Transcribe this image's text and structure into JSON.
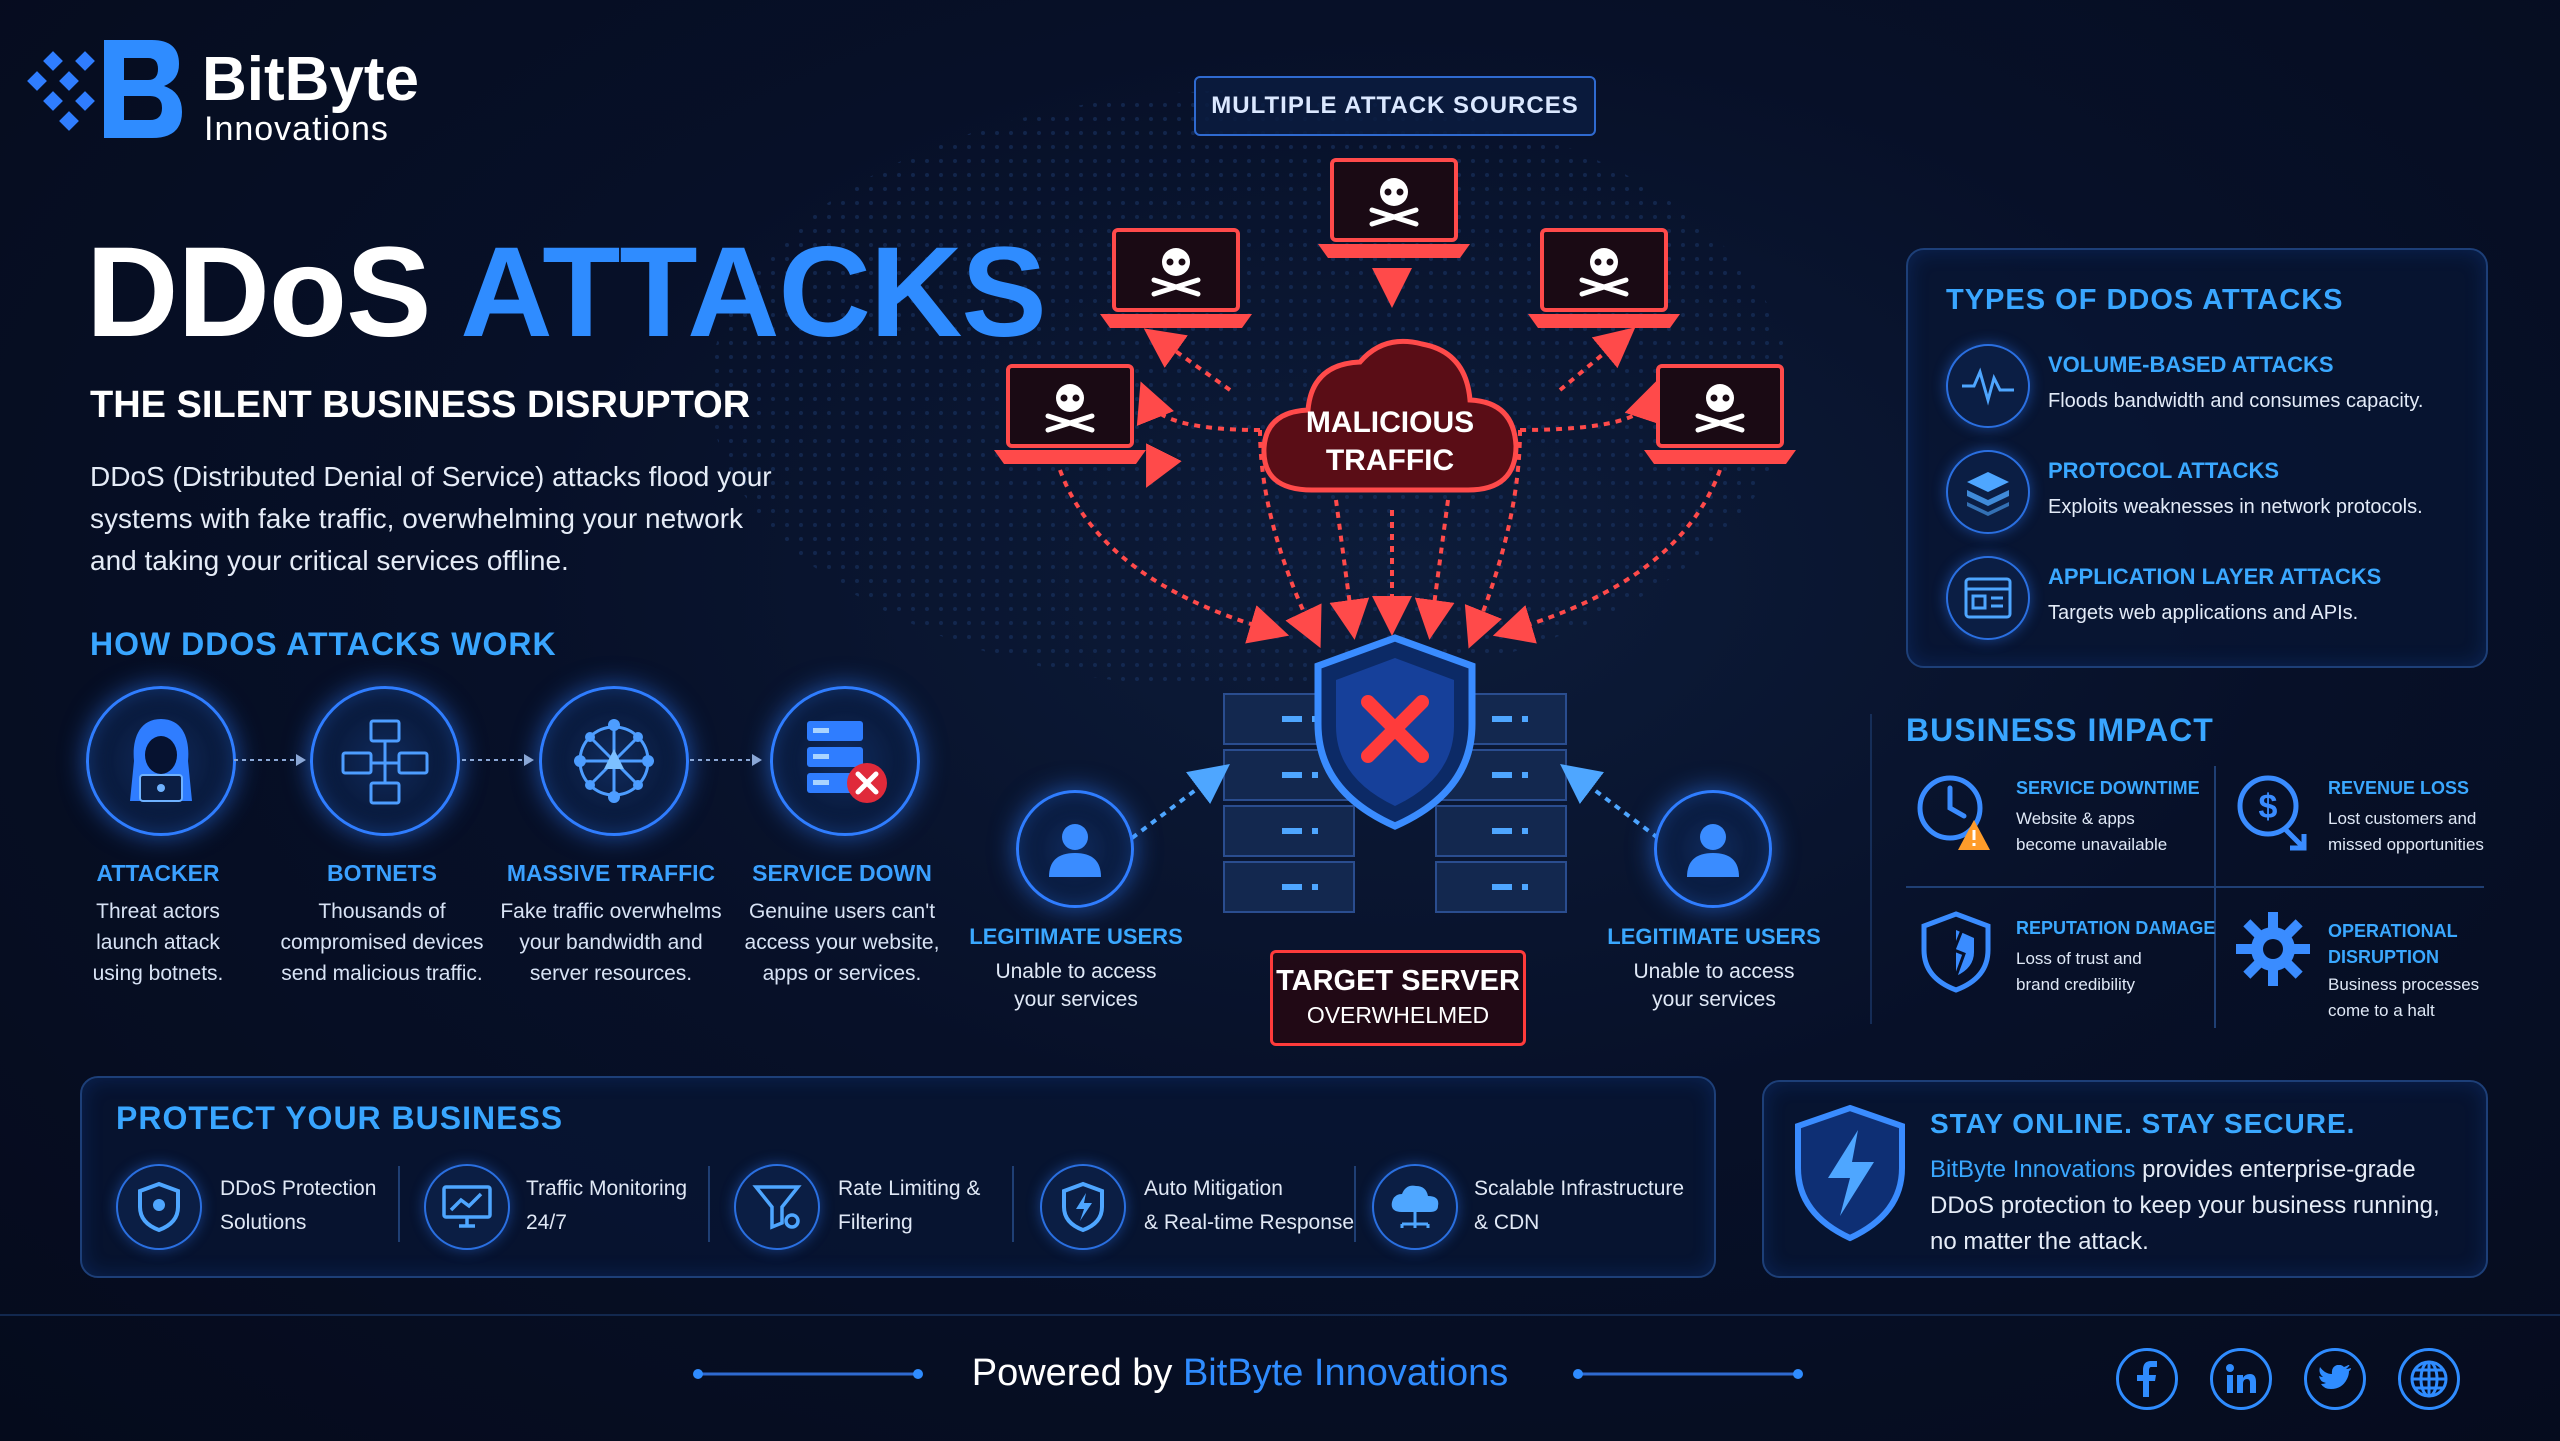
{
  "brand": {
    "name": "BitByte",
    "sub": "Innovations"
  },
  "hero": {
    "title_a": "DDoS",
    "title_b": "ATTACKS",
    "subtitle": "THE SILENT BUSINESS DISRUPTOR",
    "intro_1": "DDoS (Distributed Denial of Service) attacks flood your",
    "intro_2": "systems with fake traffic, overwhelming your network",
    "intro_3": "and taking your critical services offline."
  },
  "how": {
    "heading": "HOW DDOS ATTACKS WORK",
    "steps": [
      {
        "title": "ATTACKER",
        "d1": "Threat actors",
        "d2": "launch attack",
        "d3": "using botnets.",
        "icon": "hacker-icon"
      },
      {
        "title": "BOTNETS",
        "d1": "Thousands of",
        "d2": "compromised devices",
        "d3": "send malicious traffic.",
        "icon": "network-icon"
      },
      {
        "title": "MASSIVE TRAFFIC",
        "d1": "Fake traffic overwhelms",
        "d2": "your bandwidth and",
        "d3": "server resources.",
        "icon": "traffic-hub-icon"
      },
      {
        "title": "SERVICE DOWN",
        "d1": "Genuine users can't",
        "d2": "access your website,",
        "d3": "apps or services.",
        "icon": "server-down-icon"
      }
    ]
  },
  "diagram": {
    "sources_label": "MULTIPLE ATTACK SOURCES",
    "cloud_1": "MALICIOUS",
    "cloud_2": "TRAFFIC",
    "target_1": "TARGET SERVER",
    "target_2": "OVERWHELMED",
    "users_left": {
      "title": "LEGITIMATE USERS",
      "d1": "Unable to access",
      "d2": "your services"
    },
    "users_right": {
      "title": "LEGITIMATE USERS",
      "d1": "Unable to access",
      "d2": "your services"
    }
  },
  "types": {
    "heading": "TYPES OF DDOS ATTACKS",
    "items": [
      {
        "title": "VOLUME-BASED ATTACKS",
        "desc": "Floods bandwidth and consumes capacity.",
        "icon": "pulse-icon"
      },
      {
        "title": "PROTOCOL ATTACKS",
        "desc": "Exploits weaknesses in network protocols.",
        "icon": "layers-icon"
      },
      {
        "title": "APPLICATION LAYER ATTACKS",
        "desc": "Targets web applications and APIs.",
        "icon": "app-window-icon"
      }
    ]
  },
  "impact": {
    "heading": "BUSINESS IMPACT",
    "items": [
      {
        "t1": "SERVICE DOWNTIME",
        "t2": "",
        "d1": "Website & apps",
        "d2": "become unavailable",
        "icon": "clock-alert-icon"
      },
      {
        "t1": "REVENUE LOSS",
        "t2": "",
        "d1": "Lost customers and",
        "d2": "missed opportunities",
        "icon": "dollar-down-icon"
      },
      {
        "t1": "REPUTATION DAMAGE",
        "t2": "",
        "d1": "Loss of trust and",
        "d2": "brand credibility",
        "icon": "shield-broken-icon"
      },
      {
        "t1": "OPERATIONAL",
        "t2": "DISRUPTION",
        "d1": "Business processes",
        "d2": "come to a halt",
        "icon": "gear-icon"
      }
    ]
  },
  "protect": {
    "heading": "PROTECT YOUR BUSINESS",
    "items": [
      {
        "l1": "DDoS Protection",
        "l2": "Solutions",
        "icon": "shield-icon"
      },
      {
        "l1": "Traffic Monitoring",
        "l2": "24/7",
        "icon": "monitor-chart-icon"
      },
      {
        "l1": "Rate Limiting &",
        "l2": "Filtering",
        "icon": "filter-icon"
      },
      {
        "l1": "Auto Mitigation",
        "l2": "& Real-time Response",
        "icon": "shield-bolt-icon"
      },
      {
        "l1": "Scalable Infrastructure",
        "l2": "& CDN",
        "icon": "cloud-network-icon"
      }
    ]
  },
  "stay": {
    "heading": "STAY ONLINE. STAY SECURE.",
    "brand": "BitByte Innovations",
    "l1": "provides enterprise-grade",
    "l2": "DDoS protection to keep your business running,",
    "l3": "no matter the attack."
  },
  "footer": {
    "powered": "Powered by",
    "brand": "BitByte Innovations",
    "social": [
      "facebook-icon",
      "linkedin-icon",
      "twitter-icon",
      "globe-icon"
    ]
  },
  "colors": {
    "accent": "#2f8cff",
    "danger": "#ff3b3b",
    "bg": "#050b1c"
  }
}
